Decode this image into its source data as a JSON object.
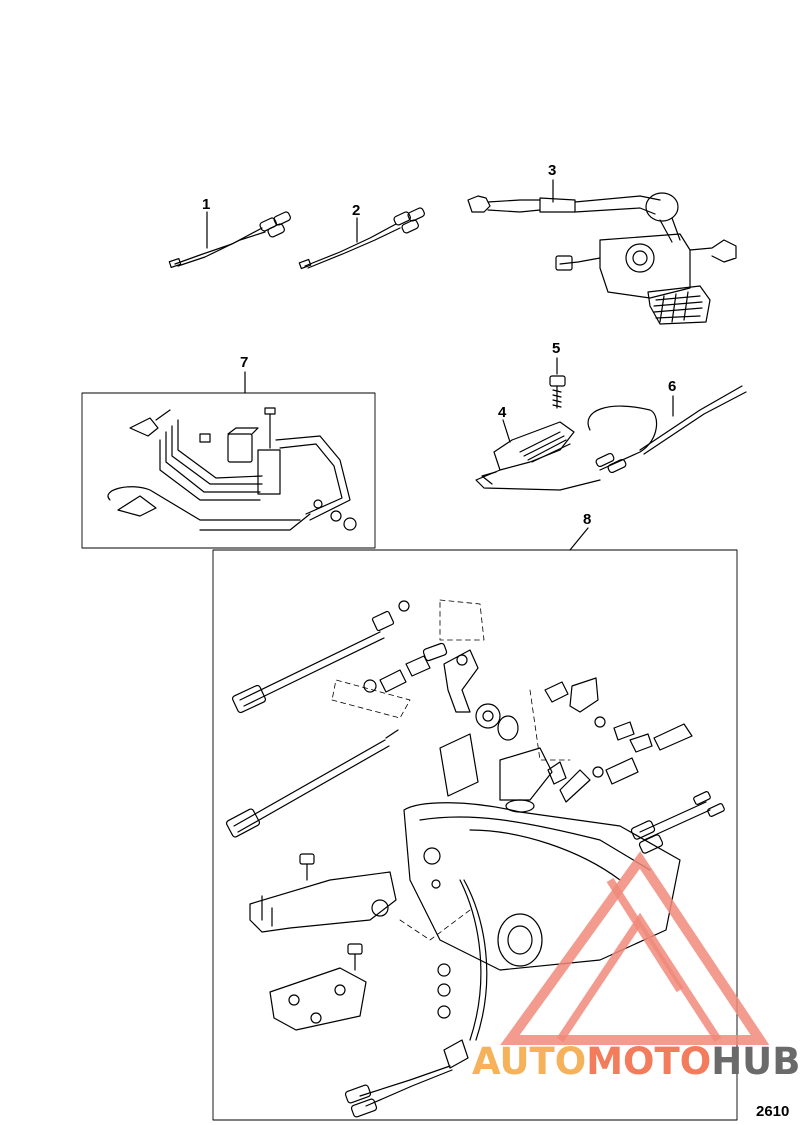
{
  "diagram": {
    "callouts": [
      {
        "id": "c1",
        "label": "1"
      },
      {
        "id": "c2",
        "label": "2"
      },
      {
        "id": "c3",
        "label": "3"
      },
      {
        "id": "c4",
        "label": "4"
      },
      {
        "id": "c5",
        "label": "5"
      },
      {
        "id": "c6",
        "label": "6"
      },
      {
        "id": "c7",
        "label": "7"
      },
      {
        "id": "c8",
        "label": "8"
      }
    ],
    "figure_number": "2610"
  },
  "watermark": {
    "part_a": "AUTO",
    "part_b": "MOTO",
    "part_c": "HUB",
    "colors": {
      "a": "#f5b25a",
      "b": "#f27c5c",
      "c": "#6a6a6a",
      "logo": "#f08a7a"
    }
  }
}
